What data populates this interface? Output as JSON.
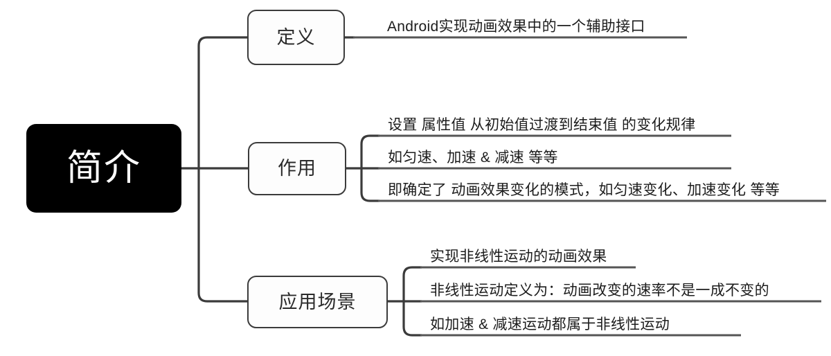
{
  "diagram": {
    "type": "mind-map",
    "title": "简介",
    "orientation": "left-to-right",
    "background_color": "#ffffff",
    "root_fill": "#000000",
    "root_text_color": "#ffffff",
    "branch_fill": "#fdfdfd",
    "branch_border_color": "#3b3b3b",
    "connector_color": "#3b3b3b",
    "leaf_text_color": "#1c1c1c",
    "underline_color": "#555555"
  },
  "root": {
    "label": "简介"
  },
  "branches": [
    {
      "label": "定义",
      "leaves": [
        {
          "text": "Android实现动画效果中的一个辅助接口"
        }
      ]
    },
    {
      "label": "作用",
      "leaves": [
        {
          "text": "设置 属性值 从初始值过渡到结束值 的变化规律"
        },
        {
          "text": "如匀速、加速 & 减速 等等"
        },
        {
          "text": "即确定了 动画效果变化的模式，如匀速变化、加速变化 等等"
        }
      ]
    },
    {
      "label": "应用场景",
      "leaves": [
        {
          "text": "实现非线性运动的动画效果"
        },
        {
          "text": "非线性运动定义为：动画改变的速率不是一成不变的"
        },
        {
          "text": "如加速 & 减速运动都属于非线性运动"
        }
      ]
    }
  ]
}
